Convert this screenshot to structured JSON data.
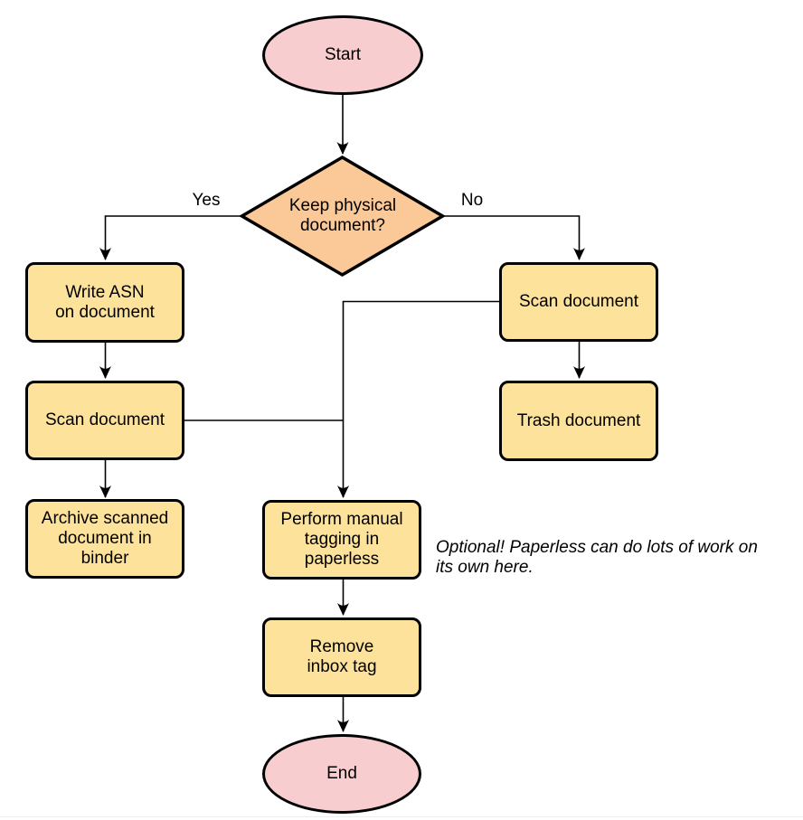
{
  "diagram": {
    "nodes": {
      "start": {
        "label": "Start",
        "shape": "terminator"
      },
      "decision": {
        "label": "Keep physical\ndocument?",
        "shape": "decision"
      },
      "write_asn": {
        "label": "Write ASN\non document",
        "shape": "process"
      },
      "scan_left": {
        "label": "Scan document",
        "shape": "process"
      },
      "archive": {
        "label": "Archive scanned\ndocument in\nbinder",
        "shape": "process"
      },
      "scan_right": {
        "label": "Scan document",
        "shape": "process"
      },
      "trash": {
        "label": "Trash document",
        "shape": "process"
      },
      "tagging": {
        "label": "Perform manual\ntagging in\npaperless",
        "shape": "process"
      },
      "remove_inbox": {
        "label": "Remove\ninbox tag",
        "shape": "process"
      },
      "end": {
        "label": "End",
        "shape": "terminator"
      }
    },
    "edge_labels": {
      "yes": "Yes",
      "no": "No"
    },
    "annotation": "Optional! Paperless can do lots of work on\nits own here.",
    "colors": {
      "terminator_fill": "#F8CDD0",
      "decision_fill": "#FAC997",
      "process_fill": "#FCE29B",
      "stroke": "#000000",
      "text": "#000000"
    }
  }
}
